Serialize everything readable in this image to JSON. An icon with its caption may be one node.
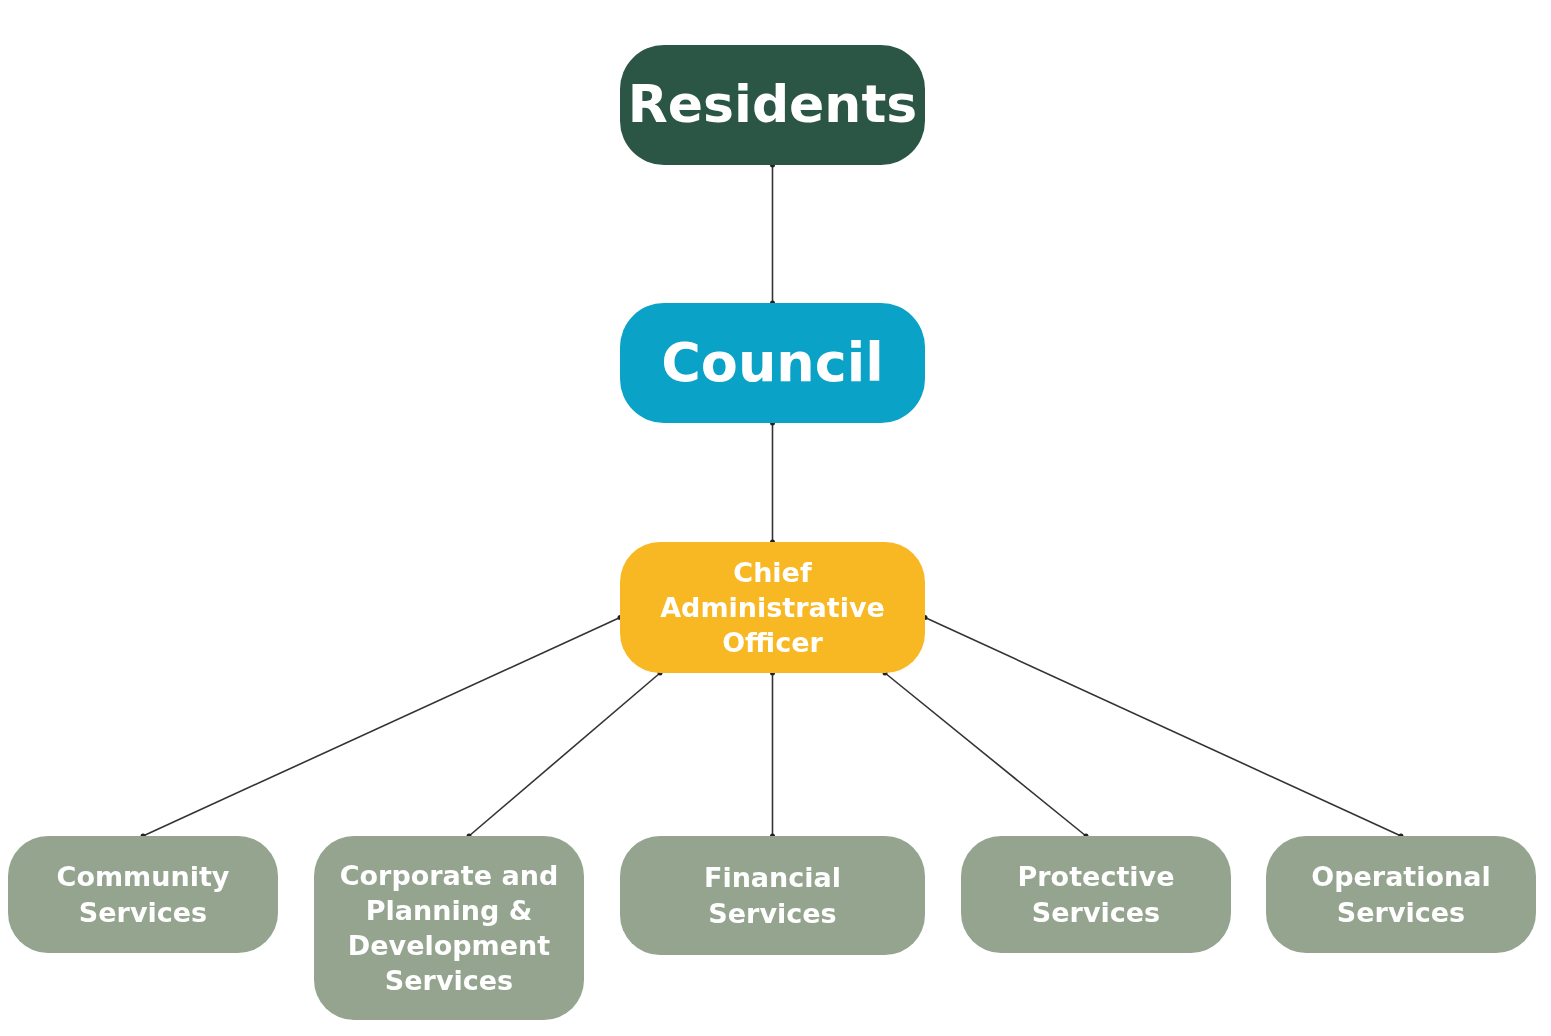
{
  "diagram": {
    "nodes": [
      {
        "text": [
          "Residents"
        ]
      },
      {
        "text": [
          "Council"
        ]
      },
      {
        "text": [
          "Chief Administrative Officer"
        ]
      },
      {
        "text": [
          "Community Services"
        ]
      },
      {
        "text": [
          "Corporate and Planning & Development Services"
        ]
      },
      {
        "text": [
          "Financial Services"
        ]
      },
      {
        "text": [
          "Protective Services"
        ]
      },
      {
        "text": [
          "Operational Services"
        ]
      }
    ],
    "edges": [
      {
        "from": 0,
        "to": 1,
        "arrow": "other"
      },
      {
        "from": 1,
        "to": 2,
        "arrow": "other"
      },
      {
        "from": 2,
        "to": 3,
        "arrow": "other"
      },
      {
        "from": 2,
        "to": 4,
        "arrow": "other"
      },
      {
        "from": 2,
        "to": 5,
        "arrow": "other"
      },
      {
        "from": 2,
        "to": 6,
        "arrow": "other"
      },
      {
        "from": 2,
        "to": 7,
        "arrow": "other"
      }
    ]
  }
}
